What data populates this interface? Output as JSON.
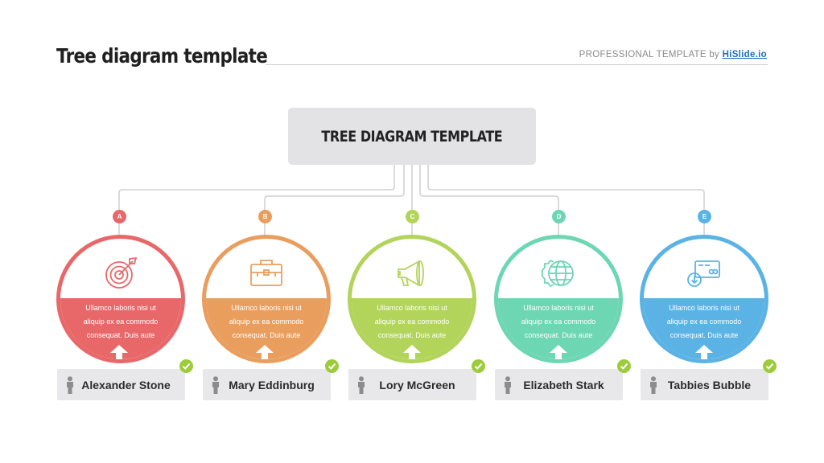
{
  "header": {
    "title": "Tree diagram template",
    "brand_prefix": "PROFESSIONAL TEMPLATE by",
    "brand_link": "HiSlide.io"
  },
  "root": {
    "title": "TREE DIAGRAM TEMPLATE"
  },
  "nodes": [
    {
      "letter": "A",
      "color": "#e8686a",
      "icon": "target-icon",
      "description": "Ullamco laboris nisi ut aliquip ex ea commodo consequat. Duis aute",
      "name": "Alexander Stone",
      "checked": true
    },
    {
      "letter": "B",
      "color": "#e99e5e",
      "icon": "briefcase-icon",
      "description": "Ullamco laboris nisi ut aliquip ex ea commodo consequat. Duis aute",
      "name": "Mary Eddinburg",
      "checked": true
    },
    {
      "letter": "C",
      "color": "#b2d45a",
      "icon": "megaphone-icon",
      "description": "Ullamco laboris nisi ut aliquip ex ea commodo consequat. Duis aute",
      "name": "Lory McGreen",
      "checked": true
    },
    {
      "letter": "D",
      "color": "#6dd6b3",
      "icon": "globe-gear-icon",
      "description": "Ullamco laboris nisi ut aliquip ex ea commodo consequat. Duis aute",
      "name": "Elizabeth Stark",
      "checked": true
    },
    {
      "letter": "E",
      "color": "#5ab3e4",
      "icon": "payment-icon",
      "description": "Ullamco laboris nisi ut aliquip ex ea commodo consequat. Duis aute",
      "name": "Tabbies Bubble",
      "checked": true
    }
  ],
  "colors": {
    "check": "#9ccc3c",
    "connector": "#cfcfcf",
    "box": "#e8e8ea"
  }
}
